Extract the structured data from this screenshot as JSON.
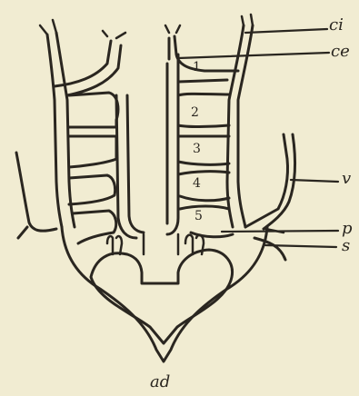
{
  "figure": {
    "labels": {
      "ci": "ci",
      "ce": "ce",
      "v": "v",
      "p": "p",
      "s": "s"
    },
    "arch_numbers": [
      "1",
      "2",
      "3",
      "4",
      "5"
    ],
    "caption": "ad",
    "colors": {
      "paper": "#f1ecd2",
      "ink": "#2a2620"
    }
  }
}
